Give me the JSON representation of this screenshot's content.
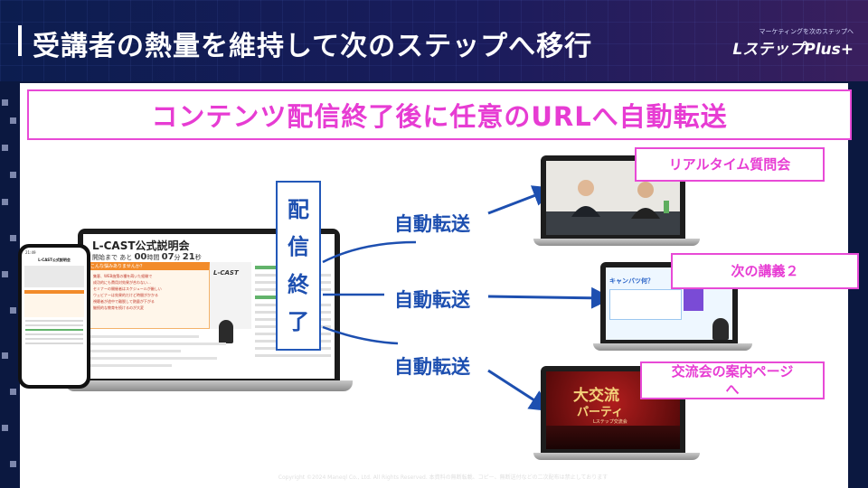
{
  "header": {
    "title": "受講者の熱量を維持して次のステップへ移行",
    "logo_tagline": "マーケティングを次のステップへ",
    "logo_name": "Lステップ",
    "logo_plus": "Plus+"
  },
  "banner": {
    "text": "コンテンツ配信終了後に任意のURLへ自動転送"
  },
  "vertical_label": [
    "配",
    "信",
    "終",
    "了"
  ],
  "flows": [
    {
      "label": "自動転送",
      "destination": "リアルタイム質問会"
    },
    {
      "label": "自動転送",
      "destination": "次の講義２"
    },
    {
      "label": "自動転送",
      "destination": "交流会の案内ページへ"
    }
  ],
  "device_left": {
    "title": "L-CAST公式説明会",
    "countdown_prefix": "開始まで あと",
    "countdown_hours": "00",
    "countdown_minutes": "07",
    "countdown_seconds": "21",
    "countdown_unit_h": "時間",
    "countdown_unit_m": "分",
    "countdown_unit_s": "秒",
    "card_header": "こんな悩みありませんか？",
    "video_logo": "L-CAST",
    "phone_time": "21:49",
    "phone_title": "L-CAST公式説明会",
    "questions": [
      "集客、WEB施策の種を蒔いた経験で",
      "成功的にも費用対効果が合わない…",
      "セミナーの開催者はスケジュールが厳しい",
      "ウェビナーは効果的だけど時間がかかる",
      "視聴者が途中で離脱して熱量が下がる",
      "継続的な教育を続けるのが大変"
    ]
  },
  "screen_top": {
    "scene": "video-call-two-presenters"
  },
  "screen_mid": {
    "headline": "キャンバツ何？"
  },
  "screen_bottom": {
    "headline_1": "大交流",
    "headline_2": "パーティ",
    "tagline": "Lステップ交流会"
  },
  "footer": {
    "copyright": "Copyright ©2024 Maneql Co., Ltd. All Rights Reserved. 本資料の無断転載、コピー、無断送付などの二次配布は禁止しております"
  },
  "colors": {
    "accent_pink": "#e73cd3",
    "accent_blue": "#1d4fb0",
    "header_bg": "#0c1d4f"
  }
}
